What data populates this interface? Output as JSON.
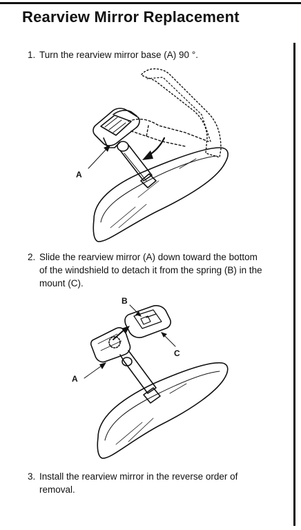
{
  "title": "Rearview Mirror Replacement",
  "steps": [
    {
      "number": "1.",
      "text": "Turn the rearview mirror base (A) 90 °."
    },
    {
      "number": "2.",
      "text": "Slide the rearview mirror (A) down toward the bottom of the windshield to detach it from the spring (B) in the mount (C)."
    },
    {
      "number": "3.",
      "text": "Install the rearview mirror in the reverse order of removal."
    }
  ],
  "figure1": {
    "label_a": "A"
  },
  "figure2": {
    "label_a": "A",
    "label_b": "B",
    "label_c": "C"
  }
}
